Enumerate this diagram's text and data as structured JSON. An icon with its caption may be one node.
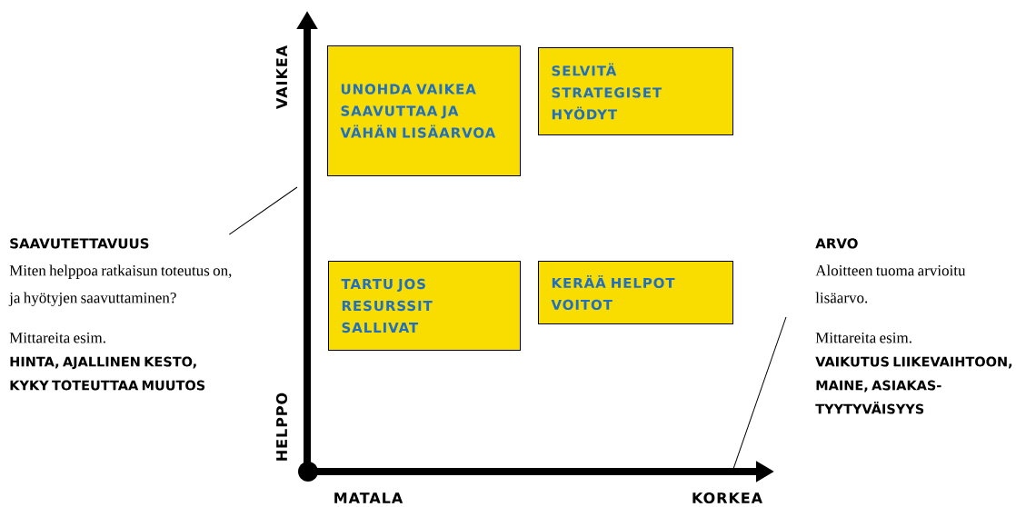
{
  "diagram": {
    "nodes": [
      {
        "text": [
          "UNOHDA VAIKEA SAAVUTTAA JA VÄHÄN LISÄARVOA"
        ]
      },
      {
        "text": [
          "SELVITÄ STRATEGISET HYÖDYT"
        ]
      },
      {
        "text": [
          "TARTU  JOS RESURSSIT SALLIVAT"
        ]
      },
      {
        "text": [
          "KERÄÄ HELPOT VOITOT"
        ]
      },
      {
        "text": [
          "SAAVUTETTAVUUS",
          "Miten helppoa ratkaisun toteutus on, ja hyötyjen saavuttaminen?",
          "Mittareita esim.",
          "HINTA, AJALLINEN KESTO, KYKY TOTEUTTAA MUUTOS"
        ]
      },
      {
        "text": [
          "ARVO",
          "Aloitteen tuoma arvioitu lisäarvo.",
          "Mittareita esim.",
          "VAIKUTUS LIIKEVAIHTOON, MAINE, ASIAKAS- TYYTYVÄISYYS"
        ]
      }
    ],
    "edges": [
      {
        "from": 4,
        "to": null,
        "arrow": "none"
      },
      {
        "from": 5,
        "to": null,
        "arrow": "none"
      }
    ],
    "labels": [
      "VAIKEA",
      "HELPPO",
      "MATALA",
      "KORKEA"
    ]
  }
}
